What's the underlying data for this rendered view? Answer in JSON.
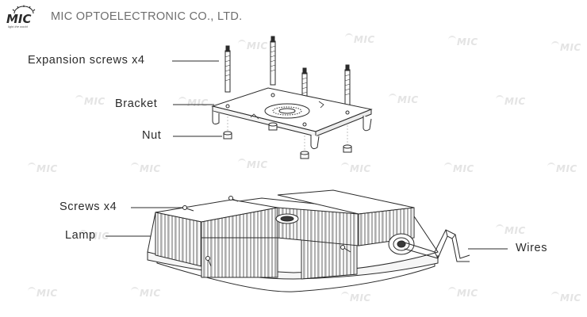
{
  "header": {
    "logo_text": "MIC",
    "logo_tagline": "light the world",
    "company_name": "MIC OPTOELECTRONIC CO., LTD."
  },
  "watermark_text": "MIC",
  "labels": {
    "expansion_screws": "Expansion screws x4",
    "bracket": "Bracket",
    "nut": "Nut",
    "screws": "Screws x4",
    "lamp": "Lamp",
    "wires": "Wires"
  },
  "colors": {
    "line": "#2b2b2b",
    "watermark": "#e4e4e4",
    "company_text": "#6e6e6e"
  }
}
